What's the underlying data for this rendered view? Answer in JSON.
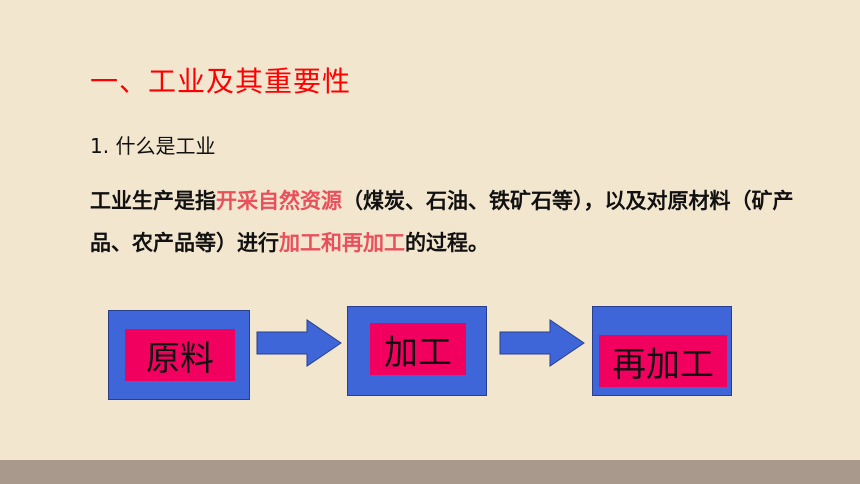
{
  "title": "一、工业及其重要性",
  "subtitle": "1. 什么是工业",
  "paragraph": {
    "line1_a": "工业生产是指",
    "line1_hl": "开采自然资源",
    "line1_b": "（煤炭、石油、铁矿石等），以及对原材料（矿产品、农产品等）进行",
    "hl2": "加工和再加工",
    "end": "的过程。"
  },
  "flow": {
    "step1": "原料",
    "step2": "加工",
    "step3": "再加工"
  },
  "colors": {
    "title": "#ff0000",
    "highlight": "#e8505b",
    "box": "#3f66d8",
    "label_bg": "#f2005f",
    "background": "#f3e6cf",
    "footer": "#a8998c"
  }
}
